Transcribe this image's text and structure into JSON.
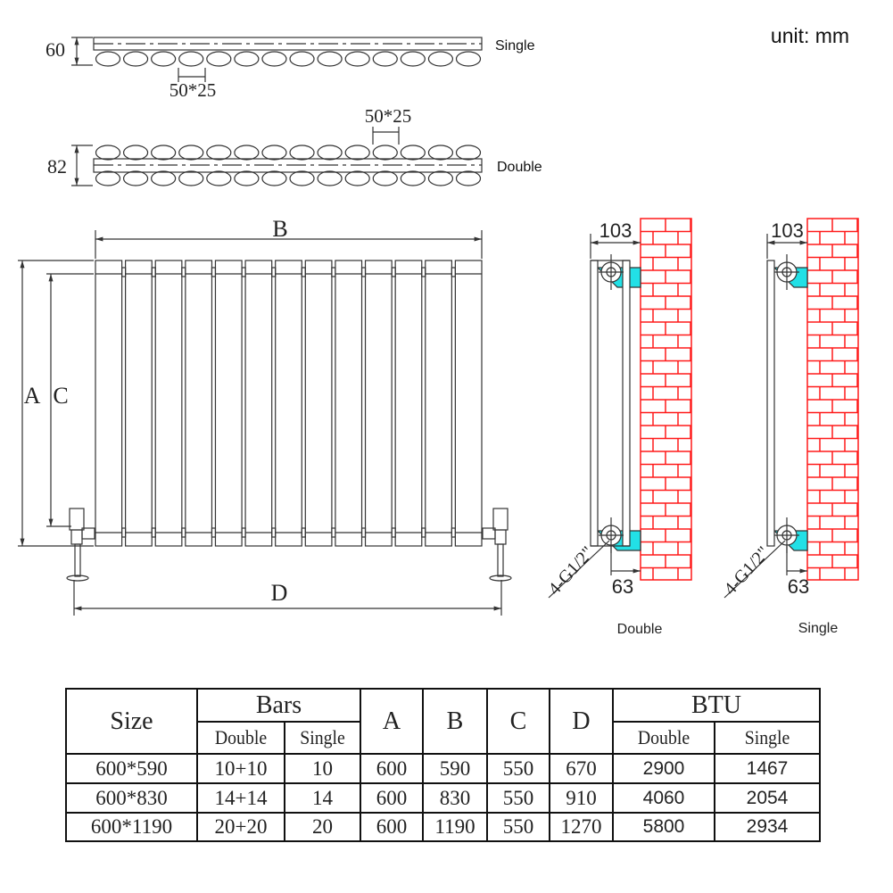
{
  "unit_label": "unit: mm",
  "top_views": {
    "single": {
      "label": "Single",
      "depth": "60",
      "pitch": "50*25",
      "tube_count": 14
    },
    "double": {
      "label": "Double",
      "depth": "82",
      "pitch": "50*25",
      "tube_count": 14
    }
  },
  "front_view": {
    "dim_a": "A",
    "dim_b": "B",
    "dim_c": "C",
    "dim_d": "D",
    "bar_count": 13
  },
  "side_views": [
    {
      "label": "Double",
      "width": "103",
      "wall_gap": "63",
      "connection": "4-G1/2\""
    },
    {
      "label": "Single",
      "width": "103",
      "wall_gap": "63",
      "connection": "4-G1/2\""
    }
  ],
  "colors": {
    "wall": "#ff1a1a",
    "bracket": "#22e0e6",
    "line": "#333333"
  },
  "table": {
    "headers": {
      "size": "Size",
      "bars": "Bars",
      "a": "A",
      "b": "B",
      "c": "C",
      "d": "D",
      "btu": "BTU",
      "bars_double": "Double",
      "bars_single": "Single",
      "btu_double": "Double",
      "btu_single": "Single"
    },
    "rows": [
      {
        "size": "600*590",
        "bars_double": "10+10",
        "bars_single": "10",
        "a": "600",
        "b": "590",
        "c": "550",
        "d": "670",
        "btu_double": "2900",
        "btu_single": "1467"
      },
      {
        "size": "600*830",
        "bars_double": "14+14",
        "bars_single": "14",
        "a": "600",
        "b": "830",
        "c": "550",
        "d": "910",
        "btu_double": "4060",
        "btu_single": "2054"
      },
      {
        "size": "600*1190",
        "bars_double": "20+20",
        "bars_single": "20",
        "a": "600",
        "b": "1190",
        "c": "550",
        "d": "1270",
        "btu_double": "5800",
        "btu_single": "2934"
      }
    ]
  }
}
